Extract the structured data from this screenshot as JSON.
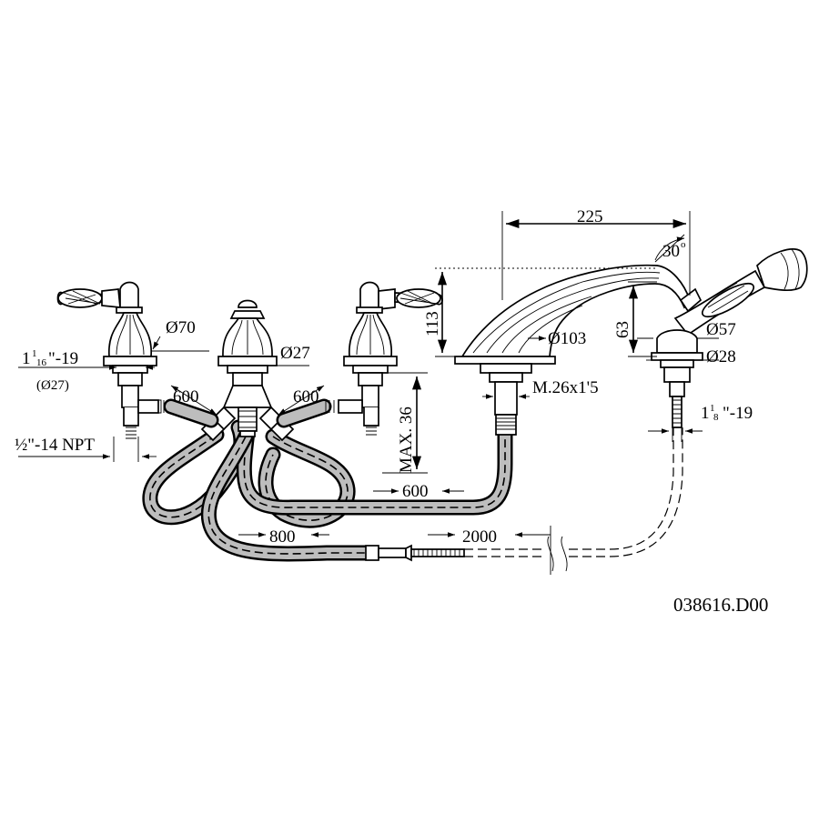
{
  "drawing_code": "038616.D00",
  "dimensions": {
    "spout_length": "225",
    "spout_angle": "30",
    "spout_angle_unit": "o",
    "spout_height": "113",
    "spout_base_height": "63",
    "spout_base_dia": "Ø103",
    "spout_thread": "M.26x1'5",
    "handle_rosette_dia": "Ø70",
    "handle_thread_prefix": "1",
    "handle_thread_num": "1",
    "handle_thread_den": "16",
    "handle_thread_suffix": "\"-19",
    "handle_thread_sub": "(Ø27)",
    "center_dia": "Ø27",
    "inlet_thread_prefix": "½\"-14 NPT",
    "hose_left": "600",
    "hose_right": "600",
    "max_deck": "MAX. 36",
    "hose_spout": "600",
    "hose_shower": "800",
    "shower_hose_length": "2000",
    "shower_rosette_dia": "Ø57",
    "shower_stem_dia": "Ø28",
    "shower_thread_prefix": "1",
    "shower_thread_num": "1",
    "shower_thread_den": "8",
    "shower_thread_suffix": "\"-19"
  }
}
